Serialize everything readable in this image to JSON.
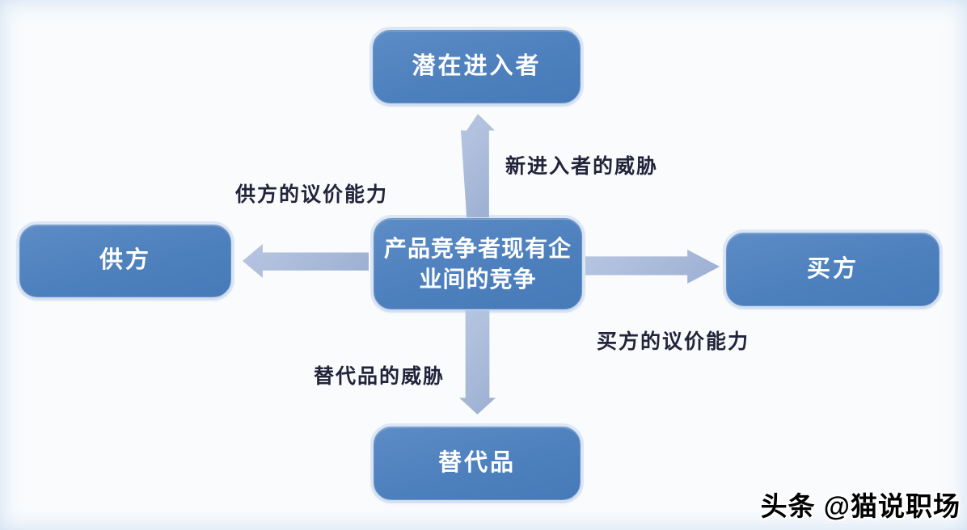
{
  "diagram_type": "five-forces",
  "nodes": {
    "top": {
      "label": "潜在进入者"
    },
    "center": {
      "label": "产品竞争者现有企业间的竞争"
    },
    "left": {
      "label": "供方"
    },
    "right": {
      "label": "买方"
    },
    "bottom": {
      "label": "替代品"
    }
  },
  "edge_labels": {
    "top": "新进入者的威胁",
    "left": "供方的议价能力",
    "right": "买方的议价能力",
    "bottom": "替代品的威胁"
  },
  "arrows": [
    {
      "name": "arrow-up",
      "from": "center",
      "to": "top"
    },
    {
      "name": "arrow-left",
      "from": "center",
      "to": "left"
    },
    {
      "name": "arrow-right",
      "from": "center",
      "to": "right"
    },
    {
      "name": "arrow-down",
      "from": "center",
      "to": "bottom"
    }
  ],
  "watermark": "头条 @猫说职场",
  "colors": {
    "node_fill": "#4d80bd",
    "node_glow": "#c6d8f0",
    "arrow_fill": "#a9bad9",
    "edge_label_text": "#23233a",
    "node_text": "#ffffff",
    "background": "#f9fbfd",
    "watermark_text": "#000000"
  }
}
